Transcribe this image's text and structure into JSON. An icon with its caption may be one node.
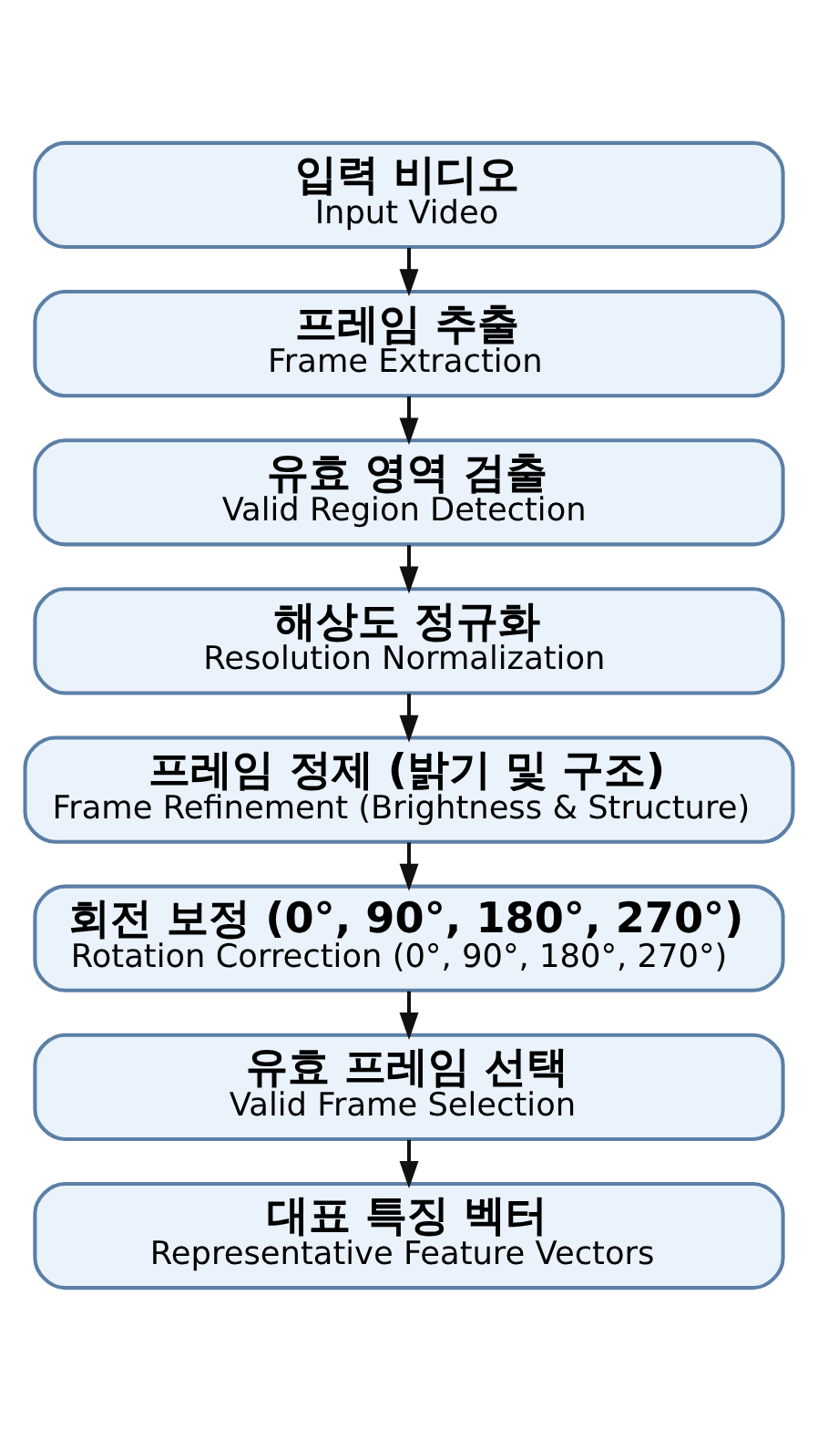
{
  "diagram": {
    "nodes": [
      {
        "text": [
          "입력 비디오",
          "Input Video"
        ]
      },
      {
        "text": [
          "프레임 추출",
          "Frame Extraction"
        ]
      },
      {
        "text": [
          "유효 영역 검출",
          "Valid Region Detection"
        ]
      },
      {
        "text": [
          "해상도 정규화",
          "Resolution Normalization"
        ]
      },
      {
        "text": [
          "프레임 정제 (밝기 및 구조)",
          "Frame Refinement (Brightness & Structure)"
        ]
      },
      {
        "text": [
          "회전 보정 (0°, 90°, 180°, 270°)",
          "Rotation Correction (0°, 90°, 180°, 270°)"
        ]
      },
      {
        "text": [
          "유효 프레임 선택",
          "Valid Frame Selection"
        ]
      },
      {
        "text": [
          "대표 특징 벡터",
          "Representative Feature Vectors"
        ]
      }
    ],
    "edges": [
      {
        "from": 0,
        "to": 1,
        "arrow": "to"
      },
      {
        "from": 1,
        "to": 2,
        "arrow": "to"
      },
      {
        "from": 2,
        "to": 3,
        "arrow": "to"
      },
      {
        "from": 3,
        "to": 4,
        "arrow": "to"
      },
      {
        "from": 4,
        "to": 5,
        "arrow": "to"
      },
      {
        "from": 5,
        "to": 6,
        "arrow": "to"
      },
      {
        "from": 6,
        "to": 7,
        "arrow": "to"
      }
    ]
  }
}
